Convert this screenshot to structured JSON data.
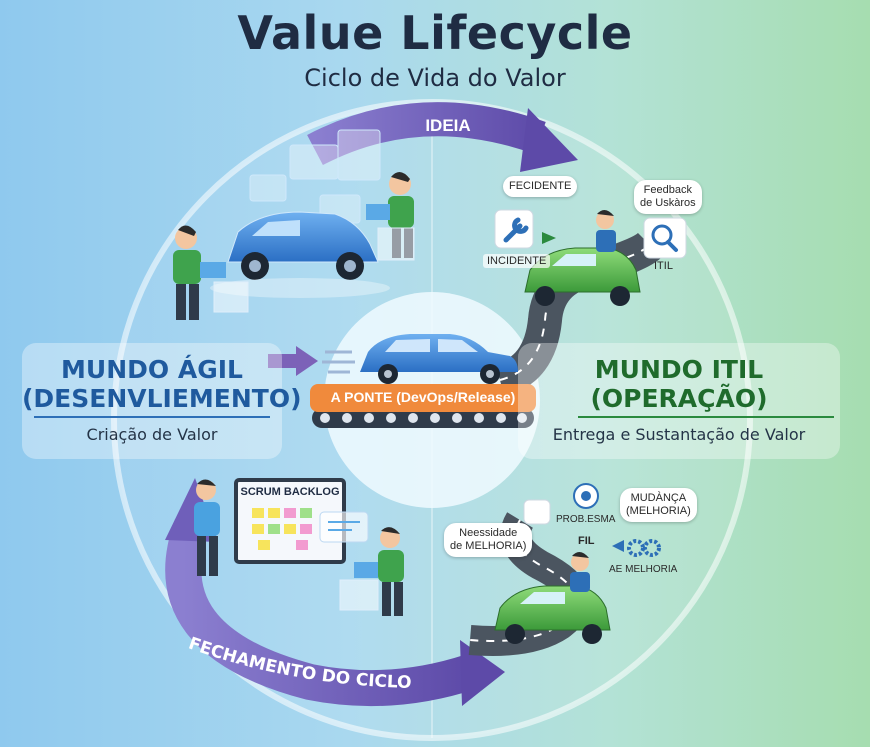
{
  "title": "Value Lifecycle",
  "subtitle": "Ciclo de Vida do Valor",
  "left_panel": {
    "heading_line1": "MUNDO ÁGIL",
    "heading_line2": "(DESENVLIEMENTO)",
    "subtitle": "Criação de Valor"
  },
  "right_panel": {
    "heading_line1": "MUNDO ITIL",
    "heading_line2": "(OPERAÇÃO)",
    "subtitle": "Entrega e Sustantação de Valor"
  },
  "bridge_label": "A PONTE (DevOps/Release)",
  "top_arrow_label": "IDEIA",
  "bottom_arrow_label": "FECHAMENTO DO CICLO",
  "scrum_board_title": "SCRUM BACKLOG",
  "top_right": {
    "bubble_fecidente": "FECIDENTE",
    "bubble_feedback_line1": "Feedback",
    "bubble_feedback_line2": "de Uskàros",
    "label_incidente": "INCIDENTE",
    "label_itil": "ITIL"
  },
  "bottom_right": {
    "bubble_necessidade_line1": "Neessidade",
    "bubble_necessidade_line2": "de MELHORIA)",
    "bubble_mudanca_line1": "MUDÀNÇA",
    "bubble_mudanca_line2": "(MELHORIA)",
    "label_problema": "PROB.ESMA",
    "label_fil": "FIL",
    "label_ae_melhoria": "AE MELHORIA"
  },
  "colors": {
    "agile_blue": "#1f5a9e",
    "itil_green": "#1f6b2c",
    "arrow_purple": "#6c5bb0",
    "bridge_orange": "#f08a3c",
    "title_navy": "#1f2c43"
  }
}
